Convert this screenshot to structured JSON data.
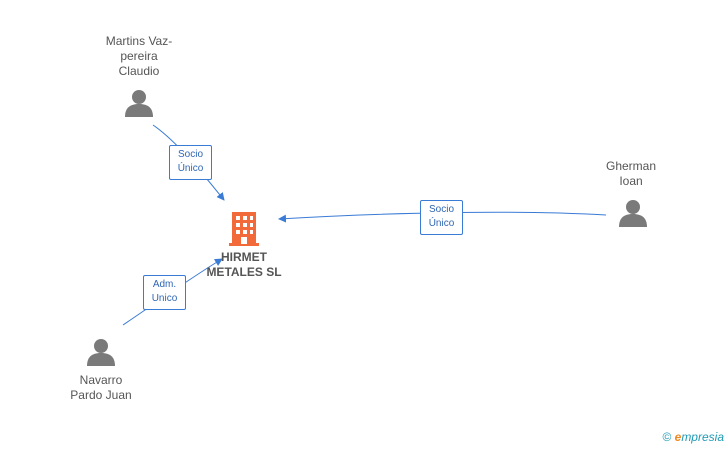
{
  "company": {
    "name_line1": "HIRMET",
    "name_line2": "METALES SL",
    "color": "#f26a3a"
  },
  "persons": {
    "martins": {
      "line1": "Martins Vaz-",
      "line2": "pereira",
      "line3": "Claudio"
    },
    "gherman": {
      "line1": "Gherman",
      "line2": "Ioan"
    },
    "navarro": {
      "line1": "Navarro",
      "line2": "Pardo Juan"
    }
  },
  "edges": {
    "martins": {
      "line1": "Socio",
      "line2": "Único"
    },
    "gherman": {
      "line1": "Socio",
      "line2": "Único"
    },
    "navarro": {
      "line1": "Adm.",
      "line2": "Unico"
    }
  },
  "colors": {
    "edge": "#3a7bd5",
    "person_icon": "#7a7a7a"
  },
  "footer": {
    "copyright": "©",
    "brand_e": "e",
    "brand_rest": "mpresia"
  }
}
